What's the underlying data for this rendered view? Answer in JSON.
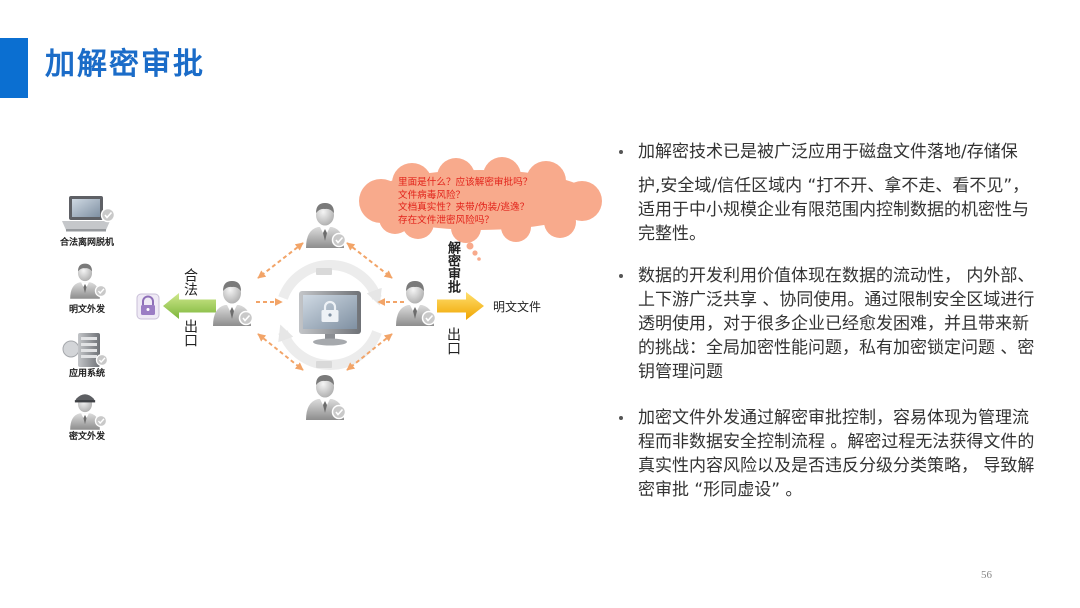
{
  "slide": {
    "title": "加解密审批",
    "page_number": "56",
    "accent_color": "#0b6fd1",
    "title_color": "#1b6cc8",
    "body_text_color": "#333333"
  },
  "diagram": {
    "left_items": [
      {
        "icon": "laptop-icon",
        "label": "合法离网脱机"
      },
      {
        "icon": "user-icon",
        "label": "明文外发"
      },
      {
        "icon": "server-icon",
        "label": "应用系统"
      },
      {
        "icon": "officer-icon",
        "label": "密文外发"
      }
    ],
    "left_exit": {
      "icon": "lock-file-icon",
      "label_top": "合法",
      "label_bottom": "出口",
      "arrow_color": "#7cb53a"
    },
    "right_exit": {
      "label_top": "解密审批",
      "label_bottom": "出口",
      "target_label": "明文文件",
      "arrow_color": "#f0a500"
    },
    "cloud": {
      "color": "#f8aa8c",
      "text_color": "#e2231a",
      "lines": [
        "里面是什么？应该解密审批吗？",
        "文件病毒风险？",
        "文档真实性？夹带/伪装/逃逸？",
        "存在文件泄密风险吗？"
      ]
    },
    "center_icon": "locked-monitor-icon",
    "people_icon": "user-icon",
    "link_color": "#f2a468"
  },
  "bullets": [
    {
      "lines": [
        "加解密技术已是被广泛应用于磁盘文件落地/存储保",
        "护,安全域/信任区域内 “打不开、拿不走、看不见”，",
        "适用于中小规模企业有限范围内控制数据的机密性与",
        "完整性。"
      ]
    },
    {
      "lines": [
        "数据的开发利用价值体现在数据的流动性， 内外部、",
        "上下游广泛共享 、协同使用。通过限制安全区域进行",
        "透明使用，对于很多企业已经愈发困难，并且带来新",
        "的挑战：全局加密性能问题，私有加密锁定问题 、密",
        "钥管理问题"
      ]
    },
    {
      "lines": [
        "加密文件外发通过解密审批控制，容易体现为管理流",
        "程而非数据安全控制流程 。解密过程无法获得文件的",
        "真实性内容风险以及是否违反分级分类策略， 导致解",
        "密审批 “形同虚设” 。"
      ]
    }
  ]
}
